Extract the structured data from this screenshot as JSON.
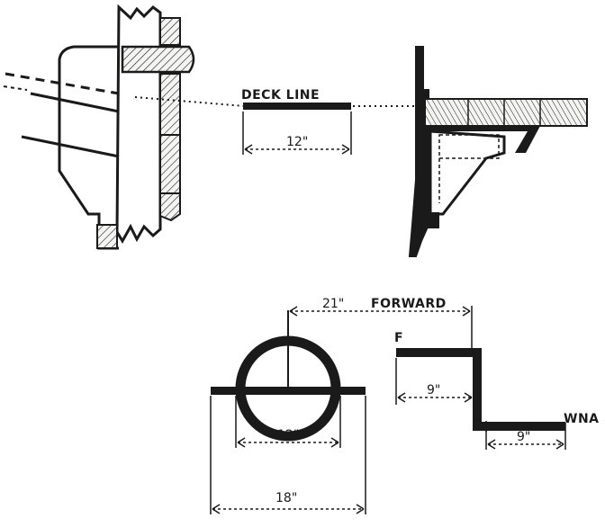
{
  "labels": {
    "deck_line": "DECK LINE",
    "dim_deck_12": "12\"",
    "dim_top_21": "21\"",
    "forward": "FORWARD",
    "f_mark": "F",
    "wna_mark": "WNA",
    "dim_9_left": "9\"",
    "dim_9_right": "9\"",
    "dim_ring_12": "12\"",
    "dim_ring_18": "18\""
  },
  "colors": {
    "ink": "#1a1a1a",
    "hatch_fill": "#f4f4f2",
    "background": "#ffffff"
  }
}
